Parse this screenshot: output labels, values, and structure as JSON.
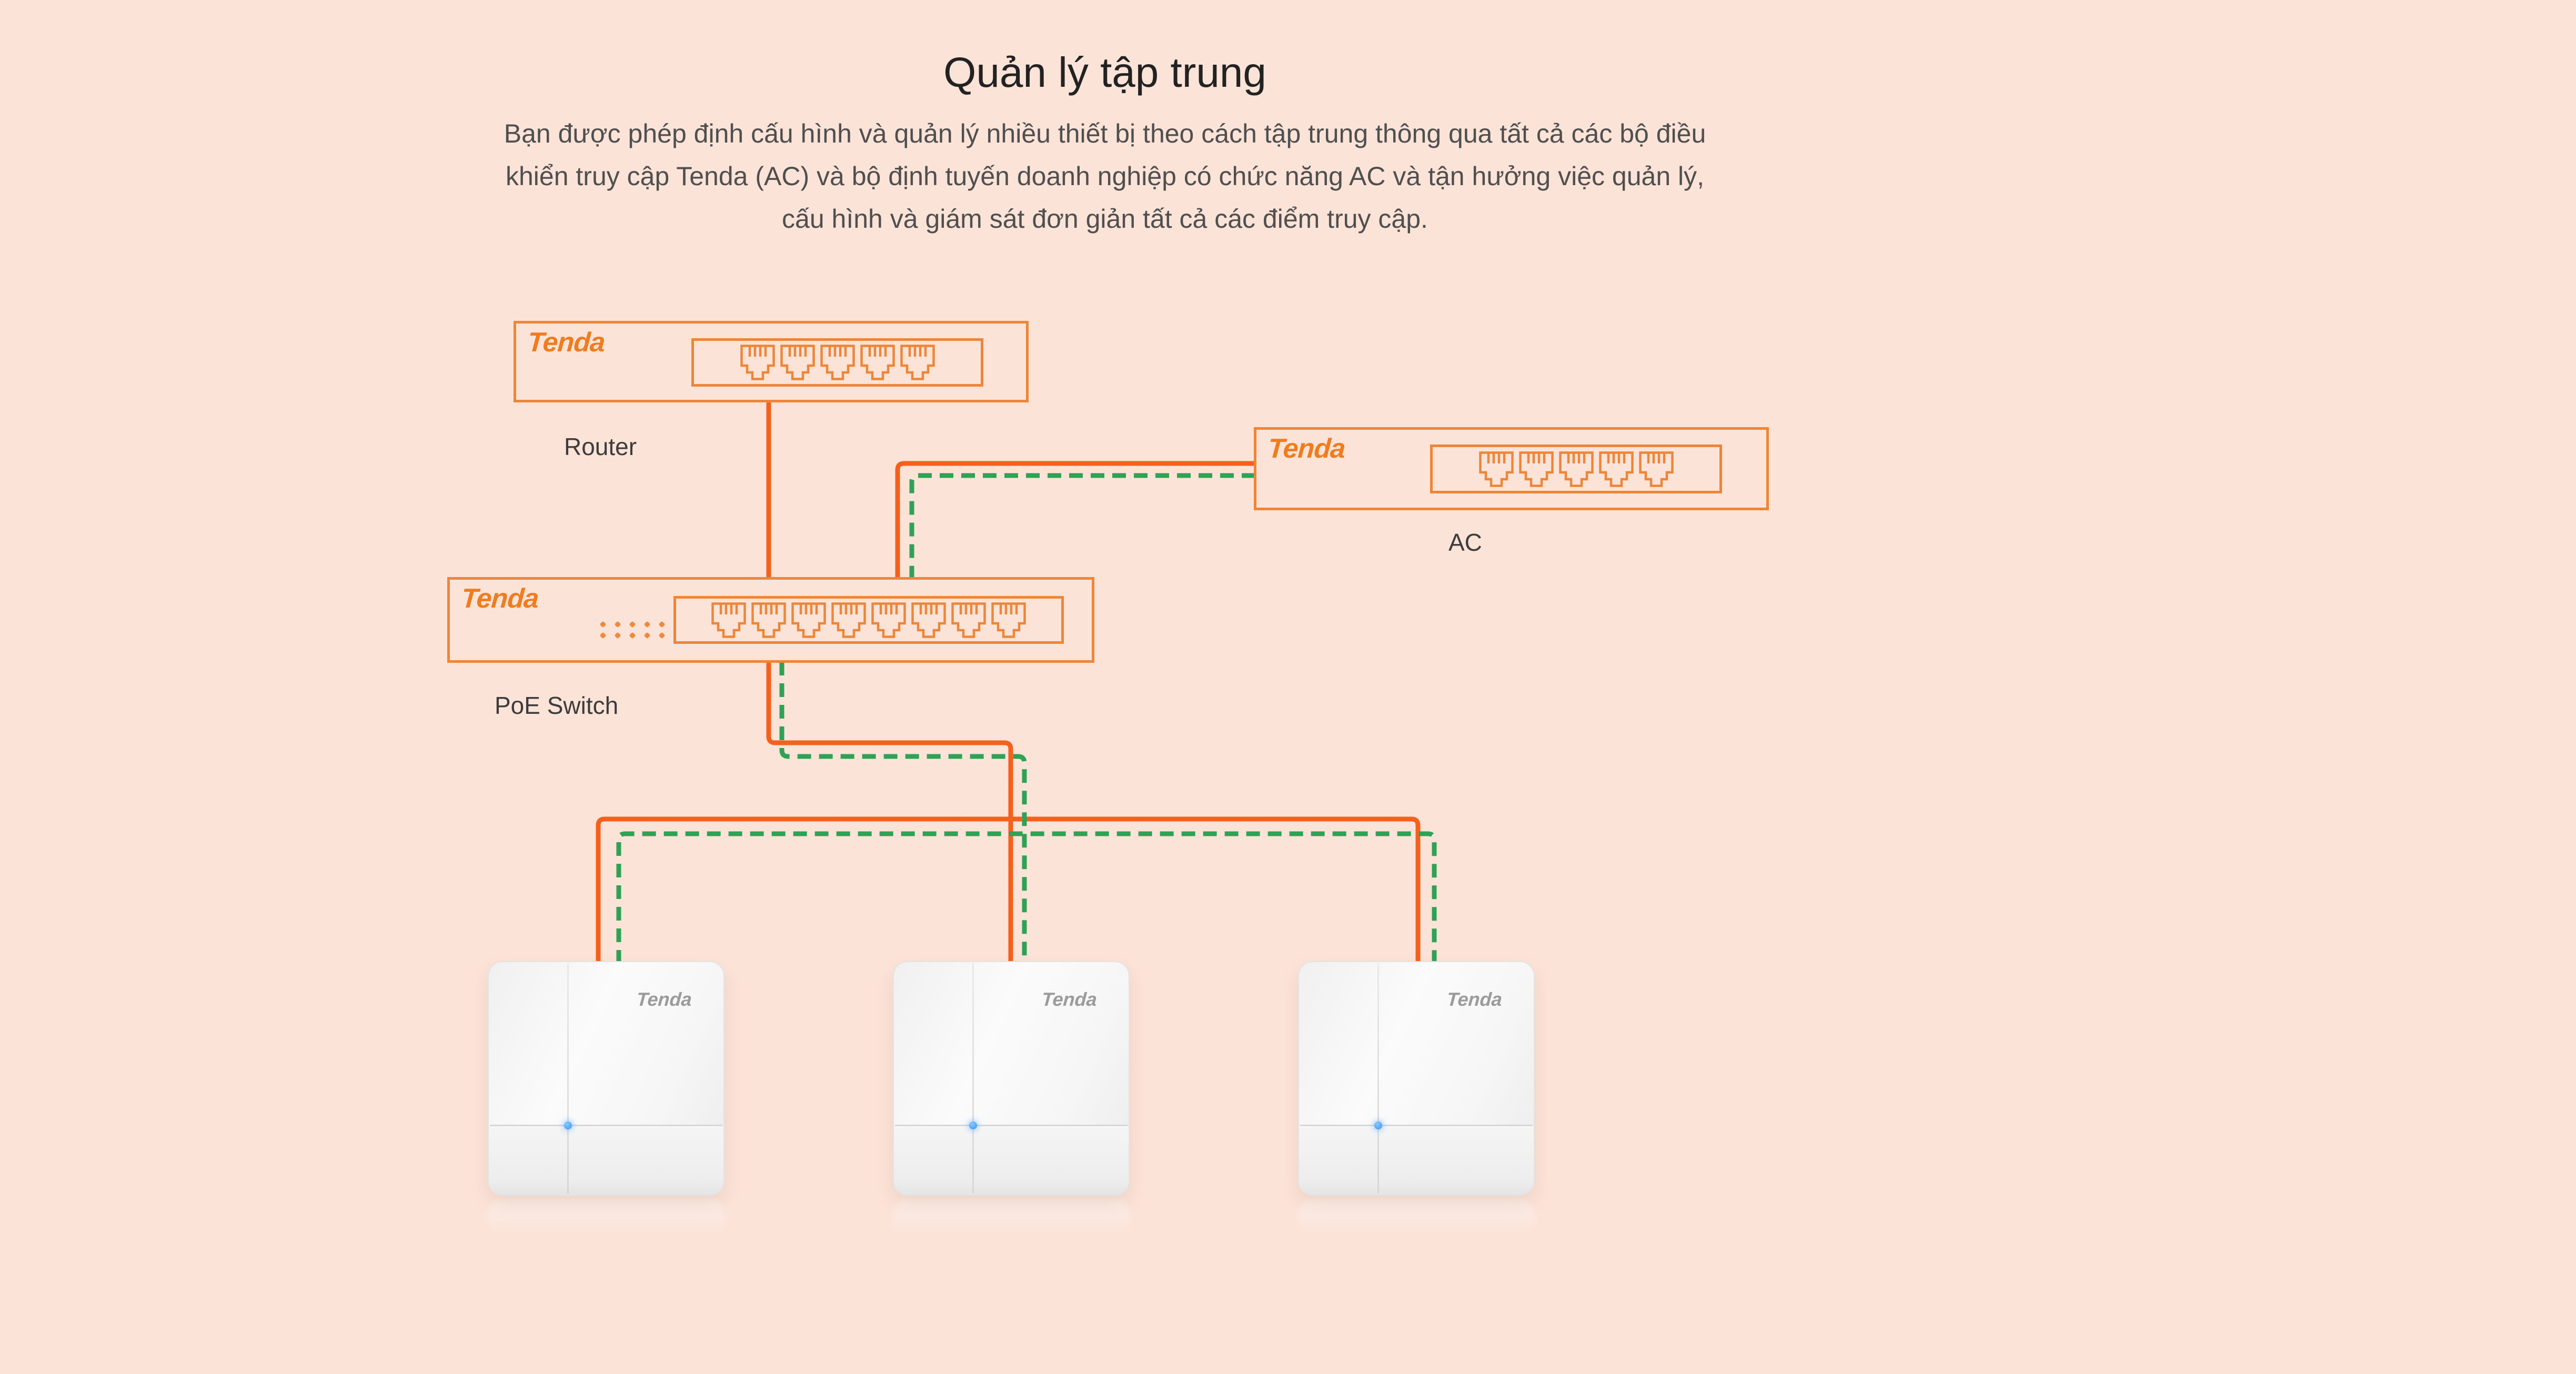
{
  "page": {
    "background_color": "#fce3d8"
  },
  "header": {
    "title": "Quản lý tập trung",
    "body_lines": [
      "Bạn được phép định cấu hình và quản lý nhiều thiết bị theo cách tập trung thông qua tất cả các bộ điều",
      "khiển truy cập Tenda (AC) và bộ định tuyến doanh nghiệp có chức năng AC và tận hưởng việc quản lý,",
      "cấu hình và giám sát đơn giản tất cả các điểm truy cập."
    ]
  },
  "brand": "Tenda",
  "colors": {
    "device_outline": "#ed8638",
    "brand_orange": "#ee7d1f",
    "cable_orange": "#f5601d",
    "cable_green": "#2fa255",
    "label_text": "#3c3c3c",
    "ap_led_blue": "#3da2ff",
    "ap_logo_gray": "#9b9b9b"
  },
  "diagram": {
    "devices": {
      "router": {
        "label": "Router",
        "port_count": 5
      },
      "ac": {
        "label": "AC",
        "port_count": 5
      },
      "poe_switch": {
        "label": "PoE Switch",
        "port_count": 8,
        "led_count": 10
      }
    },
    "access_point_count": 3
  }
}
